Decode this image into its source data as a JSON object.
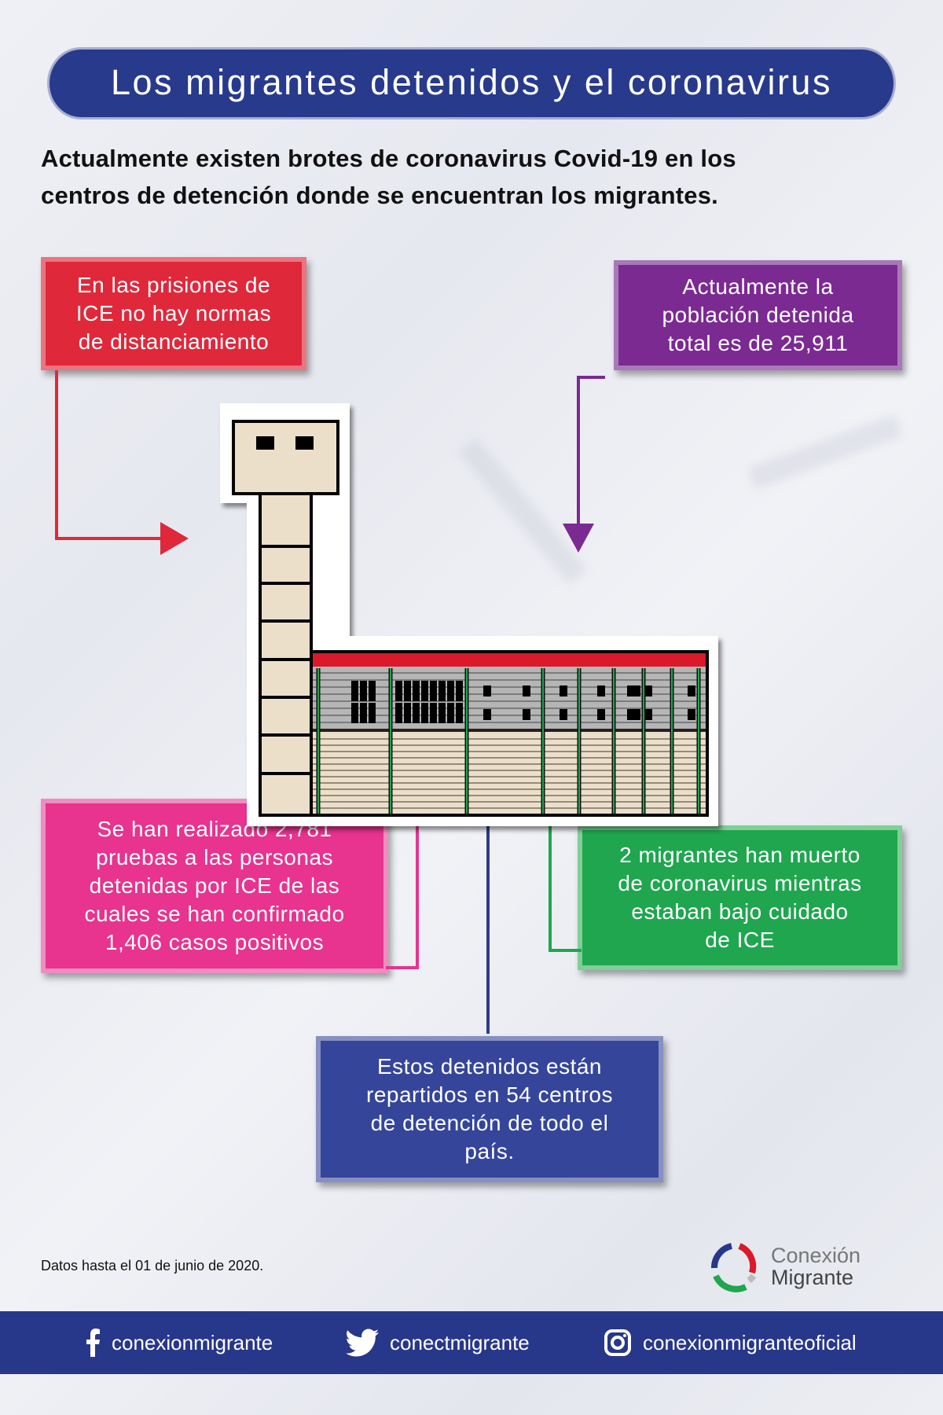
{
  "header": {
    "title": "Los migrantes detenidos y el coronavirus"
  },
  "intro": {
    "lines": [
      "Actualmente existen brotes de coronavirus Covid-19 en los",
      "centros de detención donde se encuentran los migrantes."
    ]
  },
  "facts": {
    "distancing": {
      "lines": [
        "En las prisiones de",
        "ICE no hay normas",
        "de distanciamiento"
      ],
      "color": "#e0283b"
    },
    "population": {
      "lines": [
        "Actualmente la",
        "población detenida",
        "total es de 25,911"
      ],
      "color": "#7b2a92"
    },
    "tests": {
      "lines": [
        "Se han realizado 2,781",
        "pruebas a las personas",
        "detenidas por ICE de las",
        "cuales se han confirmado",
        "1,406 casos positivos"
      ],
      "color": "#e8338f"
    },
    "deaths": {
      "lines": [
        "2 migrantes han muerto",
        "de coronavirus mientras",
        "estaban bajo cuidado",
        "de ICE"
      ],
      "color": "#1fa64f"
    },
    "centers": {
      "lines": [
        "Estos detenidos están",
        "repartidos en 54 centros",
        "de detención de todo el",
        "país."
      ],
      "color": "#35459a"
    }
  },
  "illustration": {
    "icon": "detention-center-building-icon"
  },
  "note": "Datos hasta el 01 de junio de 2020.",
  "logo": {
    "line1": "Conexión",
    "line2": "Migrante"
  },
  "footer": {
    "facebook": {
      "icon": "facebook-icon",
      "handle": "conexionmigrante"
    },
    "twitter": {
      "icon": "twitter-icon",
      "handle": "conectmigrante"
    },
    "instagram": {
      "icon": "instagram-icon",
      "handle": "conexionmigranteoficial"
    }
  },
  "colors": {
    "banner": "#283a8c",
    "footer": "#27378a",
    "roof": "#d91a2a",
    "wall": "#ecdfca"
  }
}
